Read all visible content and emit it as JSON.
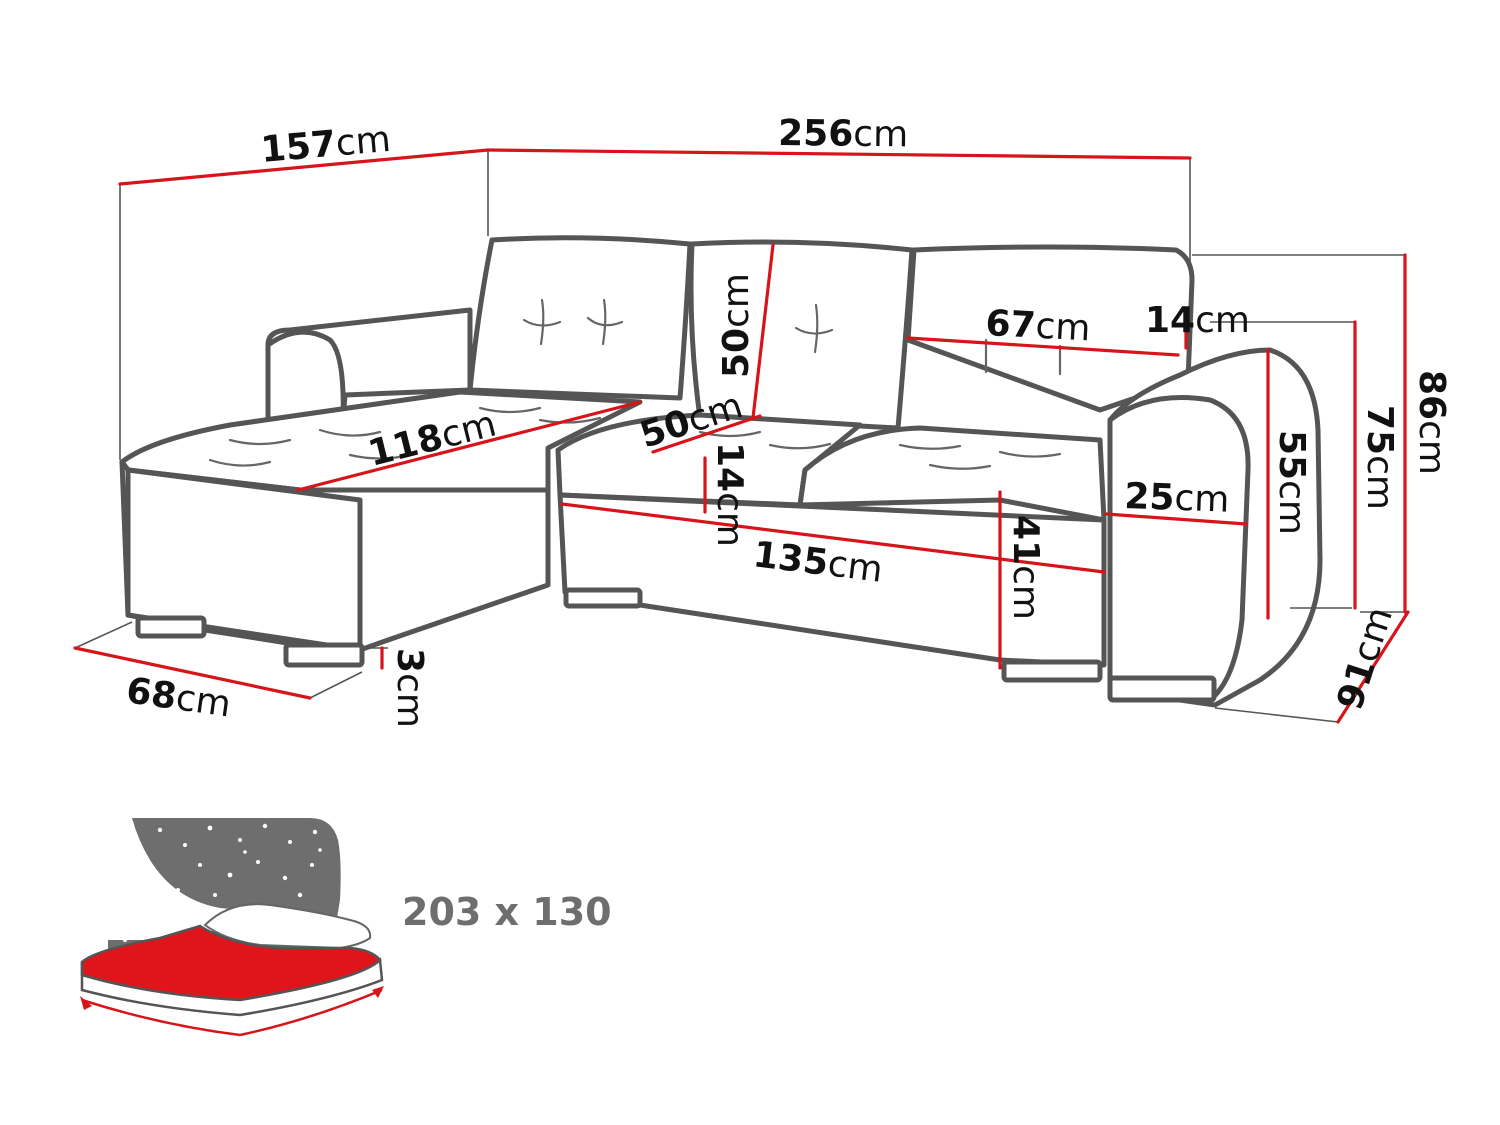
{
  "unit": "cm",
  "dimensions": [
    {
      "id": "depth-left",
      "value": "157"
    },
    {
      "id": "width-total",
      "value": "256"
    },
    {
      "id": "height-total",
      "value": "86"
    },
    {
      "id": "height-armrest",
      "value": "75"
    },
    {
      "id": "height-arm-front",
      "value": "55"
    },
    {
      "id": "back-cushion-height",
      "value": "50"
    },
    {
      "id": "seat-depth",
      "value": "50"
    },
    {
      "id": "cushion-width",
      "value": "67"
    },
    {
      "id": "back-arm-gap",
      "value": "14"
    },
    {
      "id": "chaise-length",
      "value": "118"
    },
    {
      "id": "seat-thickness",
      "value": "14"
    },
    {
      "id": "seat-width",
      "value": "135"
    },
    {
      "id": "seat-height",
      "value": "41"
    },
    {
      "id": "armrest-width",
      "value": "25"
    },
    {
      "id": "chaise-width",
      "value": "68"
    },
    {
      "id": "leg-height",
      "value": "3"
    },
    {
      "id": "depth-right",
      "value": "91"
    }
  ],
  "bed": {
    "size": "203 x 130",
    "bed_color": "#e0141b",
    "night_color": "#6e6e6e",
    "icon": "sleeping-bed-icon"
  },
  "colors": {
    "dimension_line": "#d7141a",
    "outline": "#555555"
  }
}
